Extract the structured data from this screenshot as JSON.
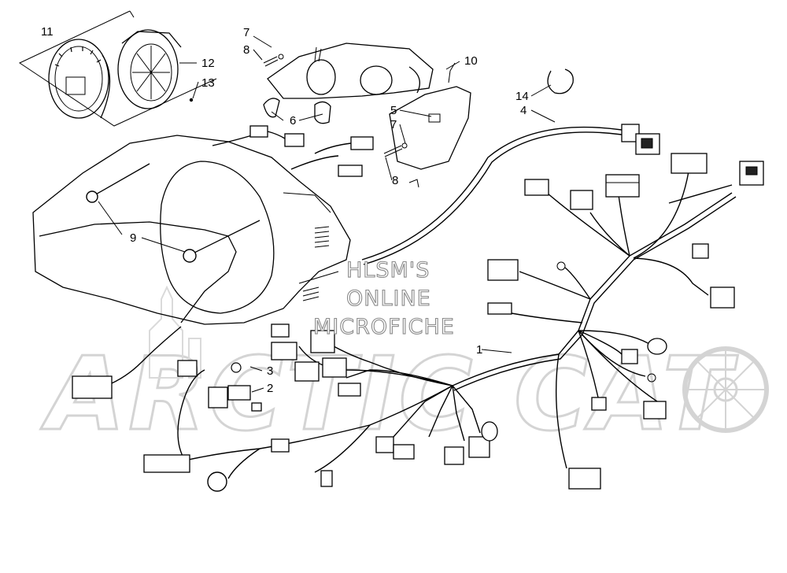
{
  "watermark": {
    "lines": [
      "HLSM'S",
      "ONLINE",
      "MICROFICHE"
    ],
    "logo_text": "ARCTIC CAT"
  },
  "callouts": {
    "c1": "1",
    "c2": "2",
    "c3": "3",
    "c4": "4",
    "c5": "5",
    "c6": "6",
    "c7a": "7",
    "c7b": "7",
    "c8a": "8",
    "c8b": "8",
    "c9": "9",
    "c10": "10",
    "c11": "11",
    "c12": "12",
    "c13": "13",
    "c14": "14"
  }
}
